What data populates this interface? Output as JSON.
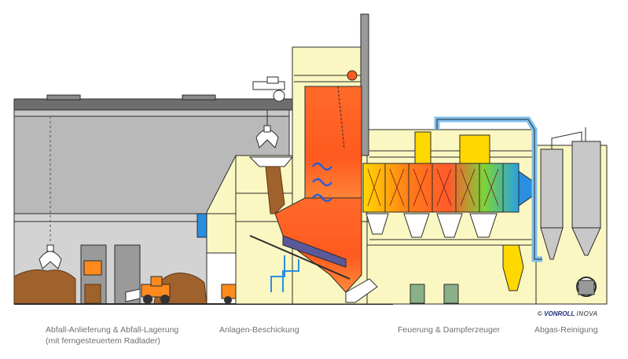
{
  "captions": {
    "delivery_line1": "Abfall-Anlieferung & Abfall-Lagerung",
    "delivery_line2": "(mit ferngesteuertem Radlader)",
    "charging": "Anlagen-Beschickung",
    "combustion": "Feuerung & Dampferzeuger",
    "flue_gas": "Abgas-Reinigung"
  },
  "copyright": {
    "symbol": "©",
    "brand": "VONROLL",
    "suffix": "INOVA"
  },
  "colors": {
    "hall_fill": "#b9b9b9",
    "plant_fill": "#fbf7c2",
    "fire": "#ff5a1f",
    "furnace_pipes": "#2a8fe0",
    "loader": "#ff8a1e",
    "waste_pile": "#a0622c",
    "outline": "#2b2b2b"
  }
}
